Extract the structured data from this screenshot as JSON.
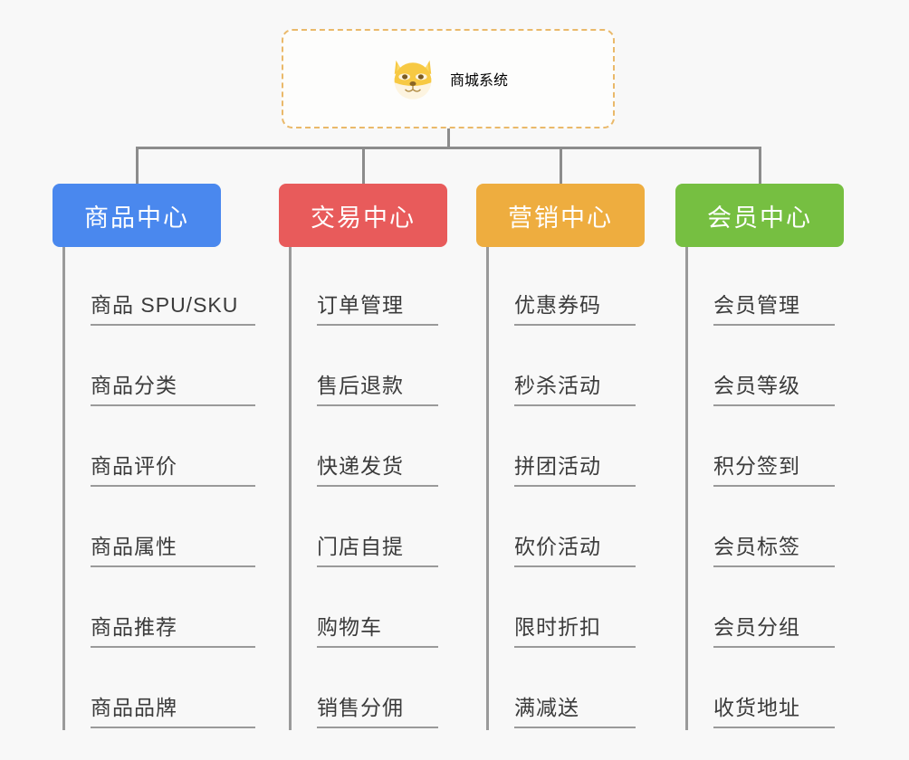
{
  "page": {
    "background": "#f8f8f8",
    "connector_color": "#8c8c8c"
  },
  "root": {
    "title": "商城系统",
    "icon": "shiba-dog-face-icon",
    "border_color": "#eab96a",
    "text_color": "#f2b63c",
    "background": "#fdfdfc"
  },
  "categories": [
    {
      "label": "商品中心",
      "color": "#4a88ee",
      "items": [
        "商品 SPU/SKU",
        "商品分类",
        "商品评价",
        "商品属性",
        "商品推荐",
        "商品品牌"
      ]
    },
    {
      "label": "交易中心",
      "color": "#e85b5b",
      "items": [
        "订单管理",
        "售后退款",
        "快递发货",
        "门店自提",
        "购物车",
        "销售分佣"
      ]
    },
    {
      "label": "营销中心",
      "color": "#eead3f",
      "items": [
        "优惠券码",
        "秒杀活动",
        "拼团活动",
        "砍价活动",
        "限时折扣",
        "满减送"
      ]
    },
    {
      "label": "会员中心",
      "color": "#76bf41",
      "items": [
        "会员管理",
        "会员等级",
        "积分签到",
        "会员标签",
        "会员分组",
        "收货地址"
      ]
    }
  ]
}
